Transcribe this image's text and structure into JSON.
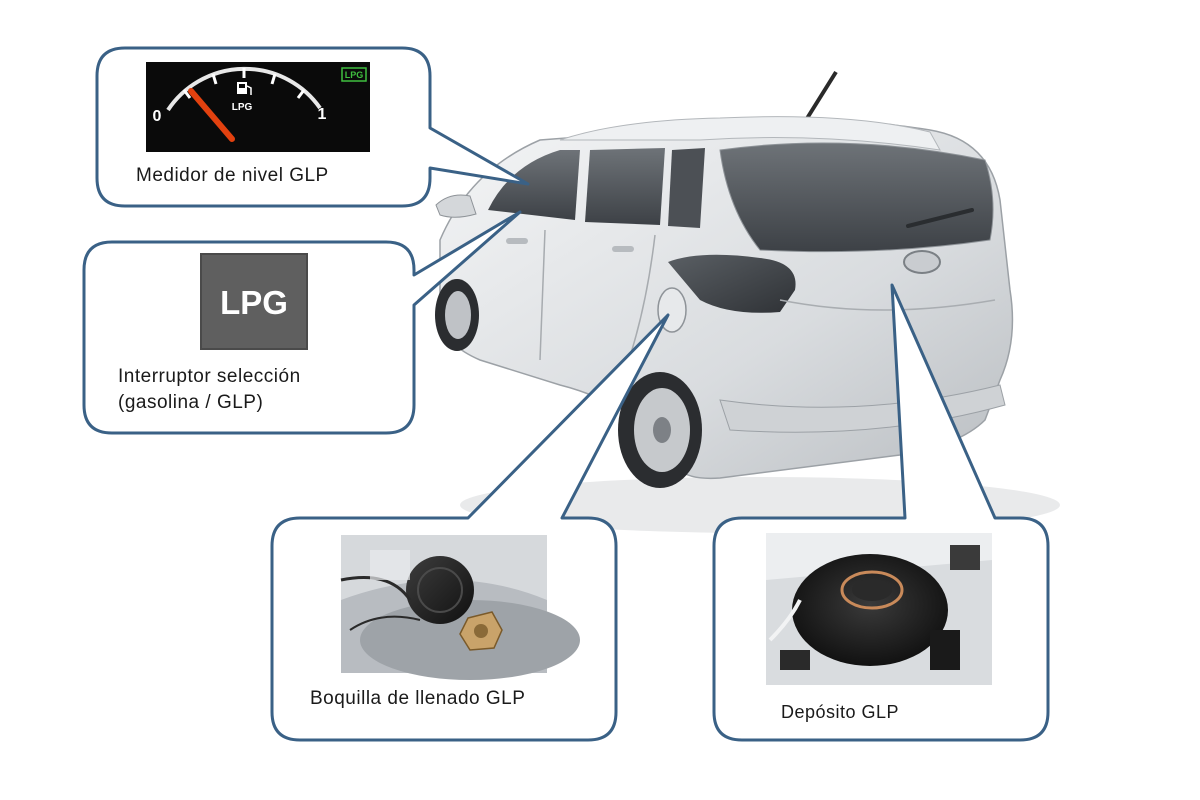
{
  "callouts": {
    "gauge": {
      "label": "Medidor  de nivel  GLP",
      "scale_min": "0",
      "scale_max": "1",
      "gauge_text": "LPG",
      "badge": "LPG",
      "level_fraction": 0.05
    },
    "switch": {
      "label": "Interruptor  selección\n(gasolina   / GLP)",
      "button_text": "LPG"
    },
    "nozzle": {
      "label": "Boquilla  de llenado  GLP"
    },
    "tank": {
      "label": "Depósito  GLP"
    }
  },
  "colors": {
    "bubble_stroke": "#3a6186",
    "gauge_bg": "#0a0a0a",
    "gauge_needle": "#e2410f",
    "badge_green": "#3fbf3f",
    "switch_bg": "#5f5f5f",
    "car_body": "#dfe2e5"
  }
}
